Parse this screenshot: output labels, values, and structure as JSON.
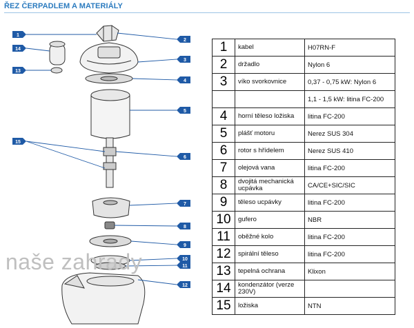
{
  "header": {
    "title": "ŘEZ ČERPADLEM A MATERIÁLY"
  },
  "watermark": "naše zahrady",
  "diagram": {
    "callouts": [
      "1",
      "2",
      "3",
      "4",
      "5",
      "6",
      "7",
      "8",
      "9",
      "10",
      "11",
      "12",
      "13",
      "14",
      "15"
    ],
    "callout_color": "#1f5aa6"
  },
  "parts_table": {
    "rows": [
      {
        "num": "1",
        "name": "kabel",
        "material": "H07RN-F"
      },
      {
        "num": "2",
        "name": "držadlo",
        "material": "Nylon 6"
      },
      {
        "num": "3",
        "name": "víko svorkovnice",
        "material": "0,37 - 0,75 kW: Nylon 6"
      },
      {
        "num": "",
        "name": "",
        "material": "1,1 - 1,5 kW: litina FC-200"
      },
      {
        "num": "4",
        "name": "horní těleso ložiska",
        "material": "litina FC-200"
      },
      {
        "num": "5",
        "name": "plášť motoru",
        "material": "Nerez SUS 304"
      },
      {
        "num": "6",
        "name": "rotor s hřídelem",
        "material": "Nerez SUS 410"
      },
      {
        "num": "7",
        "name": "olejová vana",
        "material": "litina FC-200"
      },
      {
        "num": "8",
        "name": "dvojitá mechanická ucpávka",
        "material": "CA/CE+SIC/SIC"
      },
      {
        "num": "9",
        "name": "těleso ucpávky",
        "material": "litina FC-200"
      },
      {
        "num": "10",
        "name": "gufero",
        "material": "NBR"
      },
      {
        "num": "11",
        "name": "oběžné kolo",
        "material": "litina FC-200"
      },
      {
        "num": "12",
        "name": "spirální těleso",
        "material": "litina FC-200"
      },
      {
        "num": "13",
        "name": "tepelná ochrana",
        "material": "Klixon"
      },
      {
        "num": "14",
        "name": "kondenzátor (verze 230V)",
        "material": ""
      },
      {
        "num": "15",
        "name": "ložiska",
        "material": "NTN"
      }
    ]
  }
}
